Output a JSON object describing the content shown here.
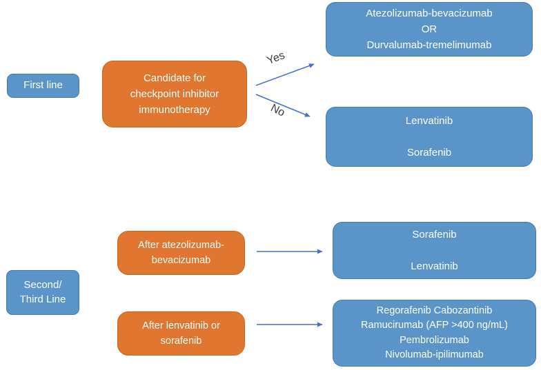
{
  "diagram": {
    "kind": "treatment-algorithm-flowchart",
    "colors": {
      "node_blue": "#5b94c8",
      "node_blue_border": "#4679a8",
      "node_orange": "#e0762f",
      "node_orange_border": "#c56722",
      "arrow_blue": "#4472c4",
      "edge_label_text": "#3b3b3b",
      "box_text": "#ffffff",
      "background": "#ffffff"
    },
    "first_line": {
      "stage_label": "First line",
      "decision": "Candidate for\ncheckpoint inhibitor\nimmunotherapy",
      "yes_label": "Yes",
      "no_label": "No",
      "yes_outcome": "Atezolizumab-bevacizumab\nOR\nDurvalumab-tremelimumab",
      "no_outcome": "Lenvatinib\n\nSorafenib"
    },
    "second_third_line": {
      "stage_label": "Second/\nThird Line",
      "branches": [
        {
          "condition": "After atezolizumab-\nbevacizumab",
          "outcome": "Sorafenib\n\nLenvatinib"
        },
        {
          "condition": "After lenvatinib or\nsorafenib",
          "outcome": "Regorafenib Cabozantinib\nRamucirumab (AFP >400 ng/mL)\nPembrolizumab\nNivolumab-ipilimumab"
        }
      ]
    }
  }
}
